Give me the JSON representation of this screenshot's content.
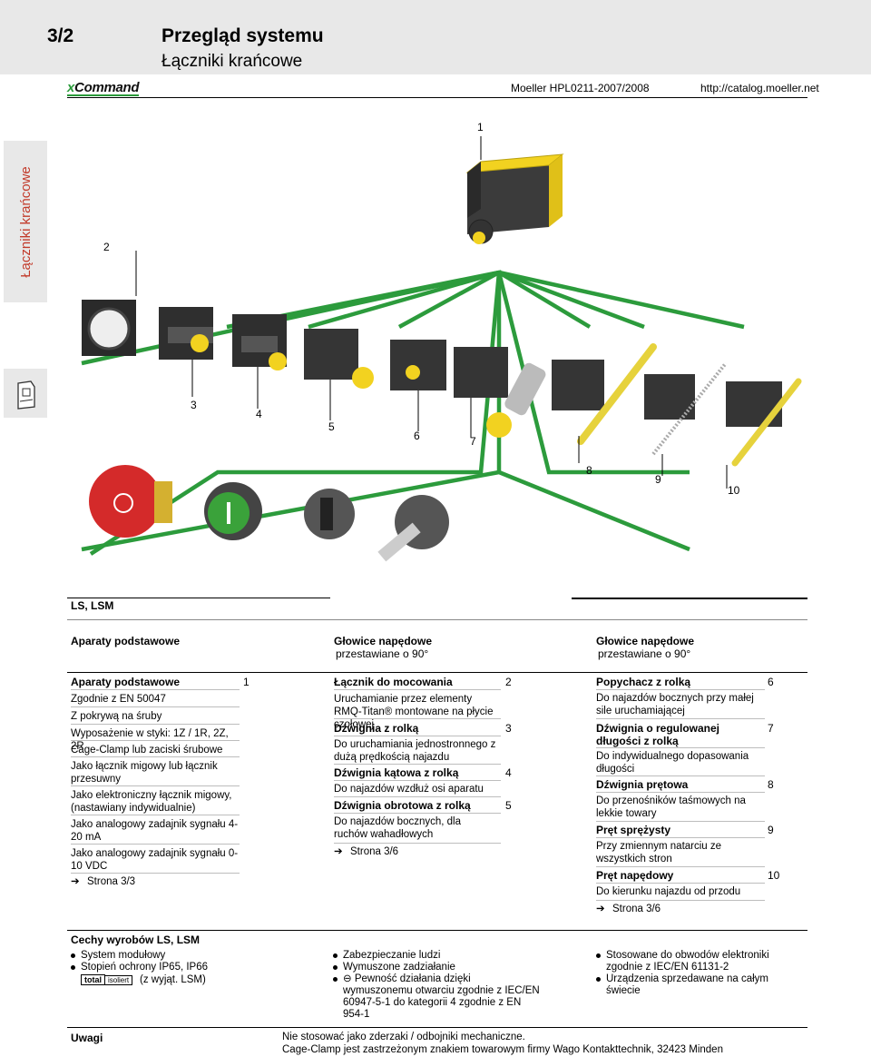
{
  "header": {
    "section": "3/2",
    "title": "Przegląd systemu",
    "subtitle": "Łączniki krańcowe",
    "logo_x": "x",
    "logo_rest": "Command",
    "ref": "Moeller HPL0211-2007/2008",
    "url": "http://catalog.moeller.net"
  },
  "side_tab": {
    "label": "Łączniki krańcowe",
    "icon": "catalog-icon"
  },
  "figure": {
    "labels": [
      "1",
      "2",
      "3",
      "4",
      "5",
      "6",
      "7",
      "8",
      "9",
      "10"
    ],
    "colors": {
      "line": "#2c9b3c",
      "device": "#3a3a3a",
      "yellow": "#f2d220",
      "rod": "#e6d23c",
      "red": "#d42a2a",
      "green": "#3aa23a"
    }
  },
  "family": "LS, LSM",
  "columns": [
    {
      "head": "Aparaty podstawowe",
      "sub": ""
    },
    {
      "head": "Głowice napędowe",
      "sub": "przestawiane o 90°"
    },
    {
      "head": "Głowice napędowe",
      "sub": "przestawiane o 90°"
    }
  ],
  "col1": {
    "title": "Aparaty podstawowe",
    "title_num": "1",
    "items": [
      "Zgodnie z EN 50047",
      "Z pokrywą na śruby",
      "Wyposażenie w styki: 1Z / 1R, 2Z, 2R",
      "Cage-Clamp lub zaciski śrubowe",
      "Jako łącznik migowy lub łącznik przesuwny",
      "Jako elektroniczny łącznik migowy, (nastawiany indywidualnie)",
      "Jako analogowy zadajnik sygnału 4-20 mA",
      "Jako analogowy zadajnik sygnału 0-10 VDC"
    ],
    "link": "Strona 3/3"
  },
  "col2": {
    "entries": [
      {
        "title": "Łącznik do mocowania",
        "num": "2",
        "desc": "Uruchamianie przez elementy RMQ-Titan® montowane na płycie czołowej"
      },
      {
        "title": "Dźwignia z rolką",
        "num": "3",
        "desc": "Do uruchamiania jednostronnego z dużą prędkością najazdu"
      },
      {
        "title": "Dźwignia kątowa z rolką",
        "num": "4",
        "desc": "Do najazdów wzdłuż osi aparatu"
      },
      {
        "title": "Dźwignia obrotowa z rolką",
        "num": "5",
        "desc": "Do najazdów bocznych, dla ruchów wahadłowych"
      }
    ],
    "link": "Strona 3/6"
  },
  "col3": {
    "entries": [
      {
        "title": "Popychacz z rolką",
        "num": "6",
        "desc": "Do najazdów bocznych przy małej sile uruchamiającej"
      },
      {
        "title": "Dźwignia o regulowanej długości z rolką",
        "num": "7",
        "desc": "Do indywidualnego dopasowania długości"
      },
      {
        "title": "Dźwignia prętowa",
        "num": "8",
        "desc": "Do przenośników taśmowych na lekkie towary"
      },
      {
        "title": "Pręt sprężysty",
        "num": "9",
        "desc": "Przy zmiennym natarciu ze wszystkich stron"
      },
      {
        "title": "Pręt napędowy",
        "num": "10",
        "desc": "Do kierunku najazdu od przodu"
      }
    ],
    "link": "Strona 3/6"
  },
  "features": {
    "title": "Cechy wyrobów LS, LSM",
    "col1": [
      "System modułowy",
      "Stopień ochrony IP65, IP66"
    ],
    "col1_extra": "(z wyjąt. LSM)",
    "badge_a": "total",
    "badge_b": "isoliert",
    "col2": [
      "Zabezpieczanie ludzi",
      "Wymuszone zadziałanie",
      "Pewność działania dzięki wymuszonemu otwarciu zgodnie z IEC/EN 60947-5-1 do kategorii 4 zgodnie z EN 954-1"
    ],
    "col3": [
      "Stosowane do obwodów elektroniki zgodnie z IEC/EN 61131-2",
      "Urządzenia sprzedawane na całym świecie"
    ]
  },
  "notes": {
    "label": "Uwagi",
    "lines": [
      "Nie stosować jako zderzaki / odbojniki mechaniczne.",
      "Cage-Clamp jest zastrzeżonym znakiem towarowym firmy Wago Kontakttechnik, 32423 Minden"
    ]
  }
}
